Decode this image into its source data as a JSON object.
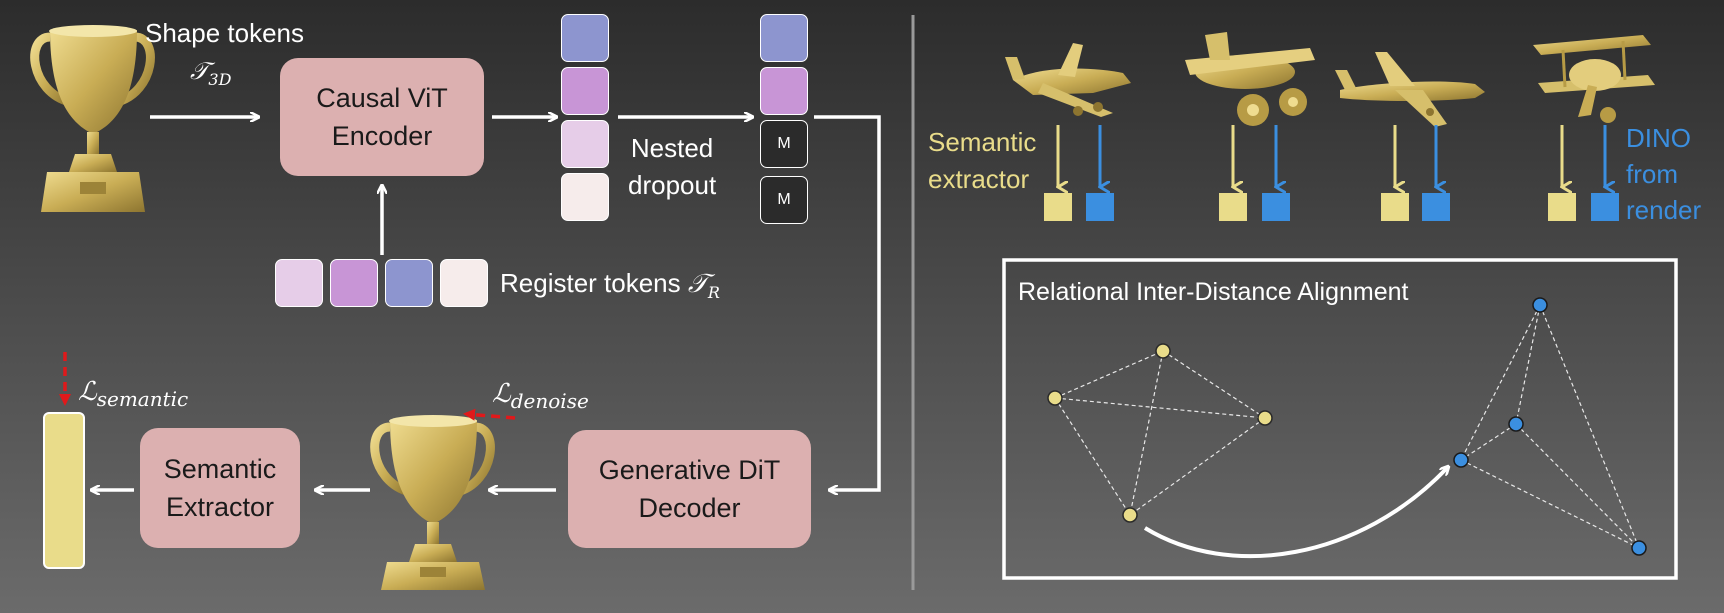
{
  "left_panel": {
    "shape_tokens_label": "Shape tokens",
    "shape_tokens_symbol": "𝒯",
    "shape_tokens_subscript": "3D",
    "encoder_line1": "Causal ViT",
    "encoder_line2": "Encoder",
    "nested_dropout_line1": "Nested",
    "nested_dropout_line2": "dropout",
    "mask_token_label": "M",
    "register_tokens_label": "Register tokens",
    "register_tokens_symbol": "𝒯",
    "register_tokens_subscript": "R",
    "decoder_line1": "Generative DiT",
    "decoder_line2": "Decoder",
    "extractor_line1": "Semantic",
    "extractor_line2": "Extractor",
    "loss_semantic_symbol": "ℒ",
    "loss_semantic_subscript": "semantic",
    "loss_denoise_symbol": "ℒ",
    "loss_denoise_subscript": "denoise"
  },
  "right_panel": {
    "semantic_extractor_line1": "Semantic",
    "semantic_extractor_line2": "extractor",
    "dino_line1": "DINO",
    "dino_line2": "from",
    "dino_line3": "render",
    "alignment_title": "Relational Inter-Distance Alignment"
  },
  "colors": {
    "background_top": "#2c2c2c",
    "background_bottom": "#6b6b6b",
    "block_fill": "#dcb0b0",
    "token_blue": "#8d95cf",
    "token_purple": "#c895d6",
    "token_light_purple": "#e6cde8",
    "token_pale": "#f6eceb",
    "semantic_yellow": "#e9dc8a",
    "dino_blue": "#3b8fe0",
    "loss_red": "#e0191b",
    "gold": "#cdb45c"
  },
  "icons": [
    "trophy-icon",
    "airplane-icon",
    "biplane-icon",
    "jet-icon"
  ]
}
